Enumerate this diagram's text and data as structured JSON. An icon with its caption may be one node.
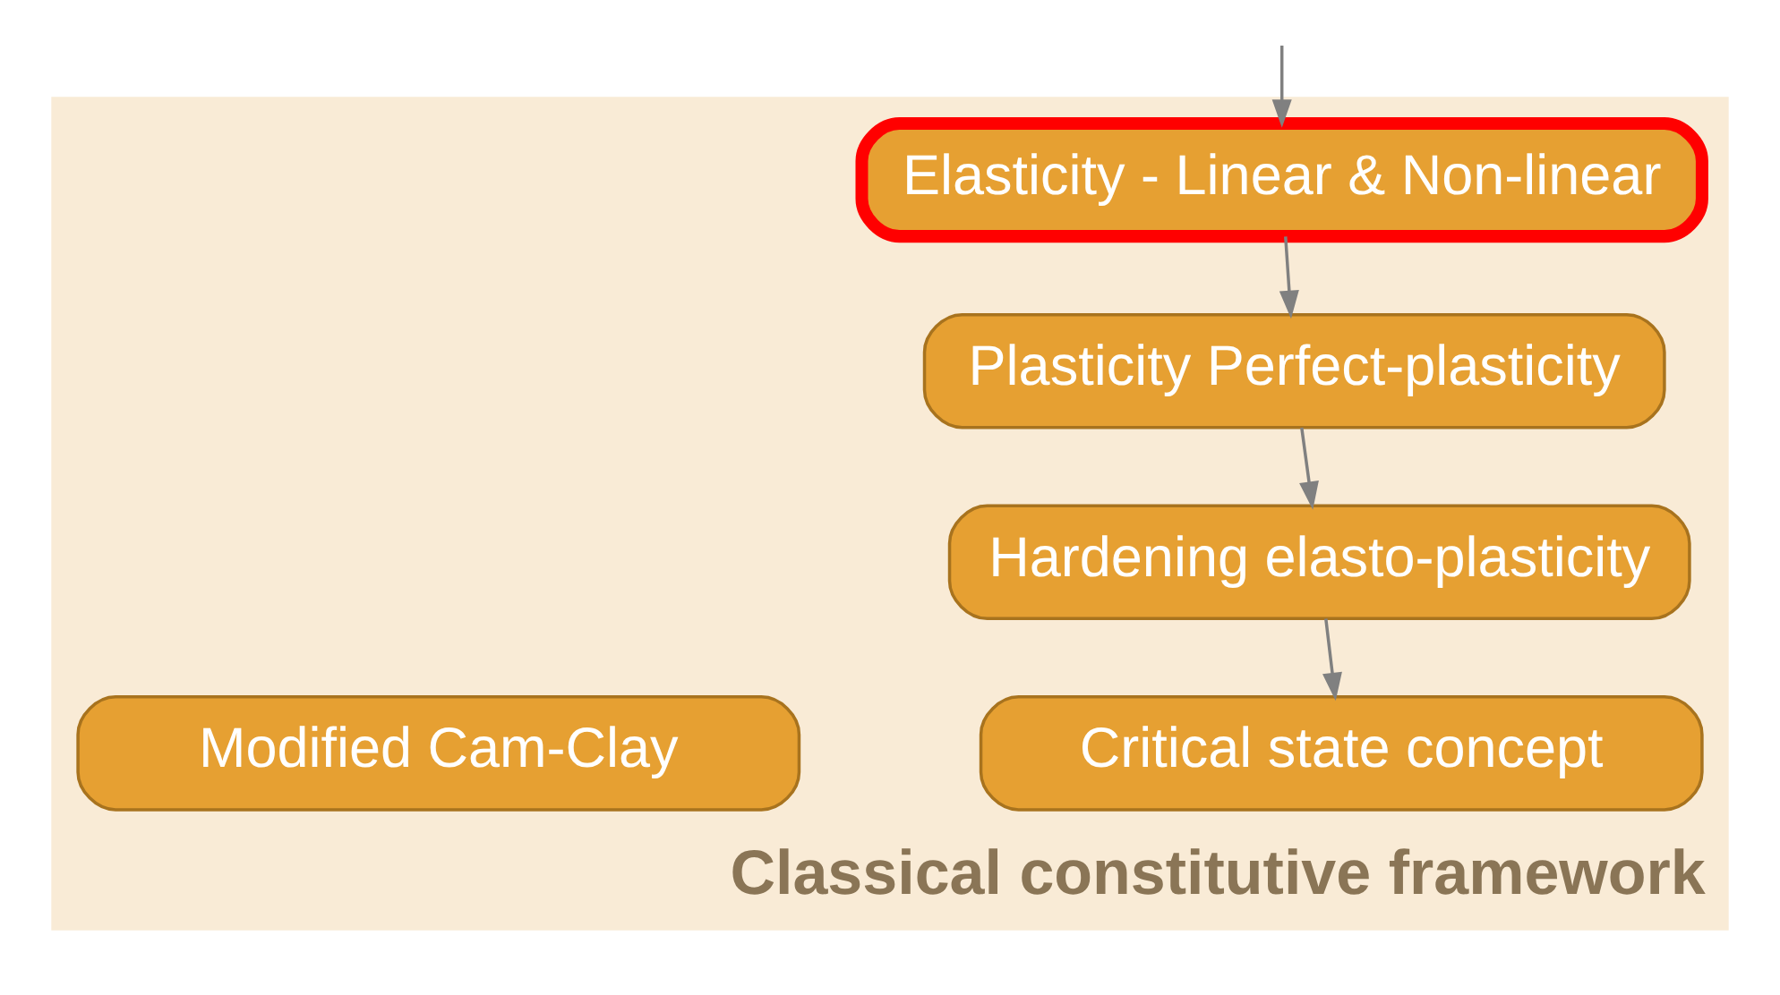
{
  "diagram": {
    "nodes": [
      {
        "text": [
          "Classical constitutive framework"
        ]
      },
      {
        "text": [
          "Elasticity - Linear & Non-linear"
        ],
        "in": 0
      },
      {
        "text": [
          "Plasticity Perfect-plasticity"
        ],
        "in": 0
      },
      {
        "text": [
          "Hardening elasto-plasticity"
        ],
        "in": 0
      },
      {
        "text": [
          "Critical state concept"
        ],
        "in": 0
      },
      {
        "text": [
          "Modified Cam-Clay"
        ],
        "in": 0
      }
    ],
    "edges": [
      {
        "from": null,
        "to": 1,
        "arrow": "to"
      },
      {
        "from": 1,
        "to": 2,
        "arrow": "to"
      },
      {
        "from": 2,
        "to": 3,
        "arrow": "to"
      },
      {
        "from": 3,
        "to": 4,
        "arrow": "to"
      }
    ]
  }
}
